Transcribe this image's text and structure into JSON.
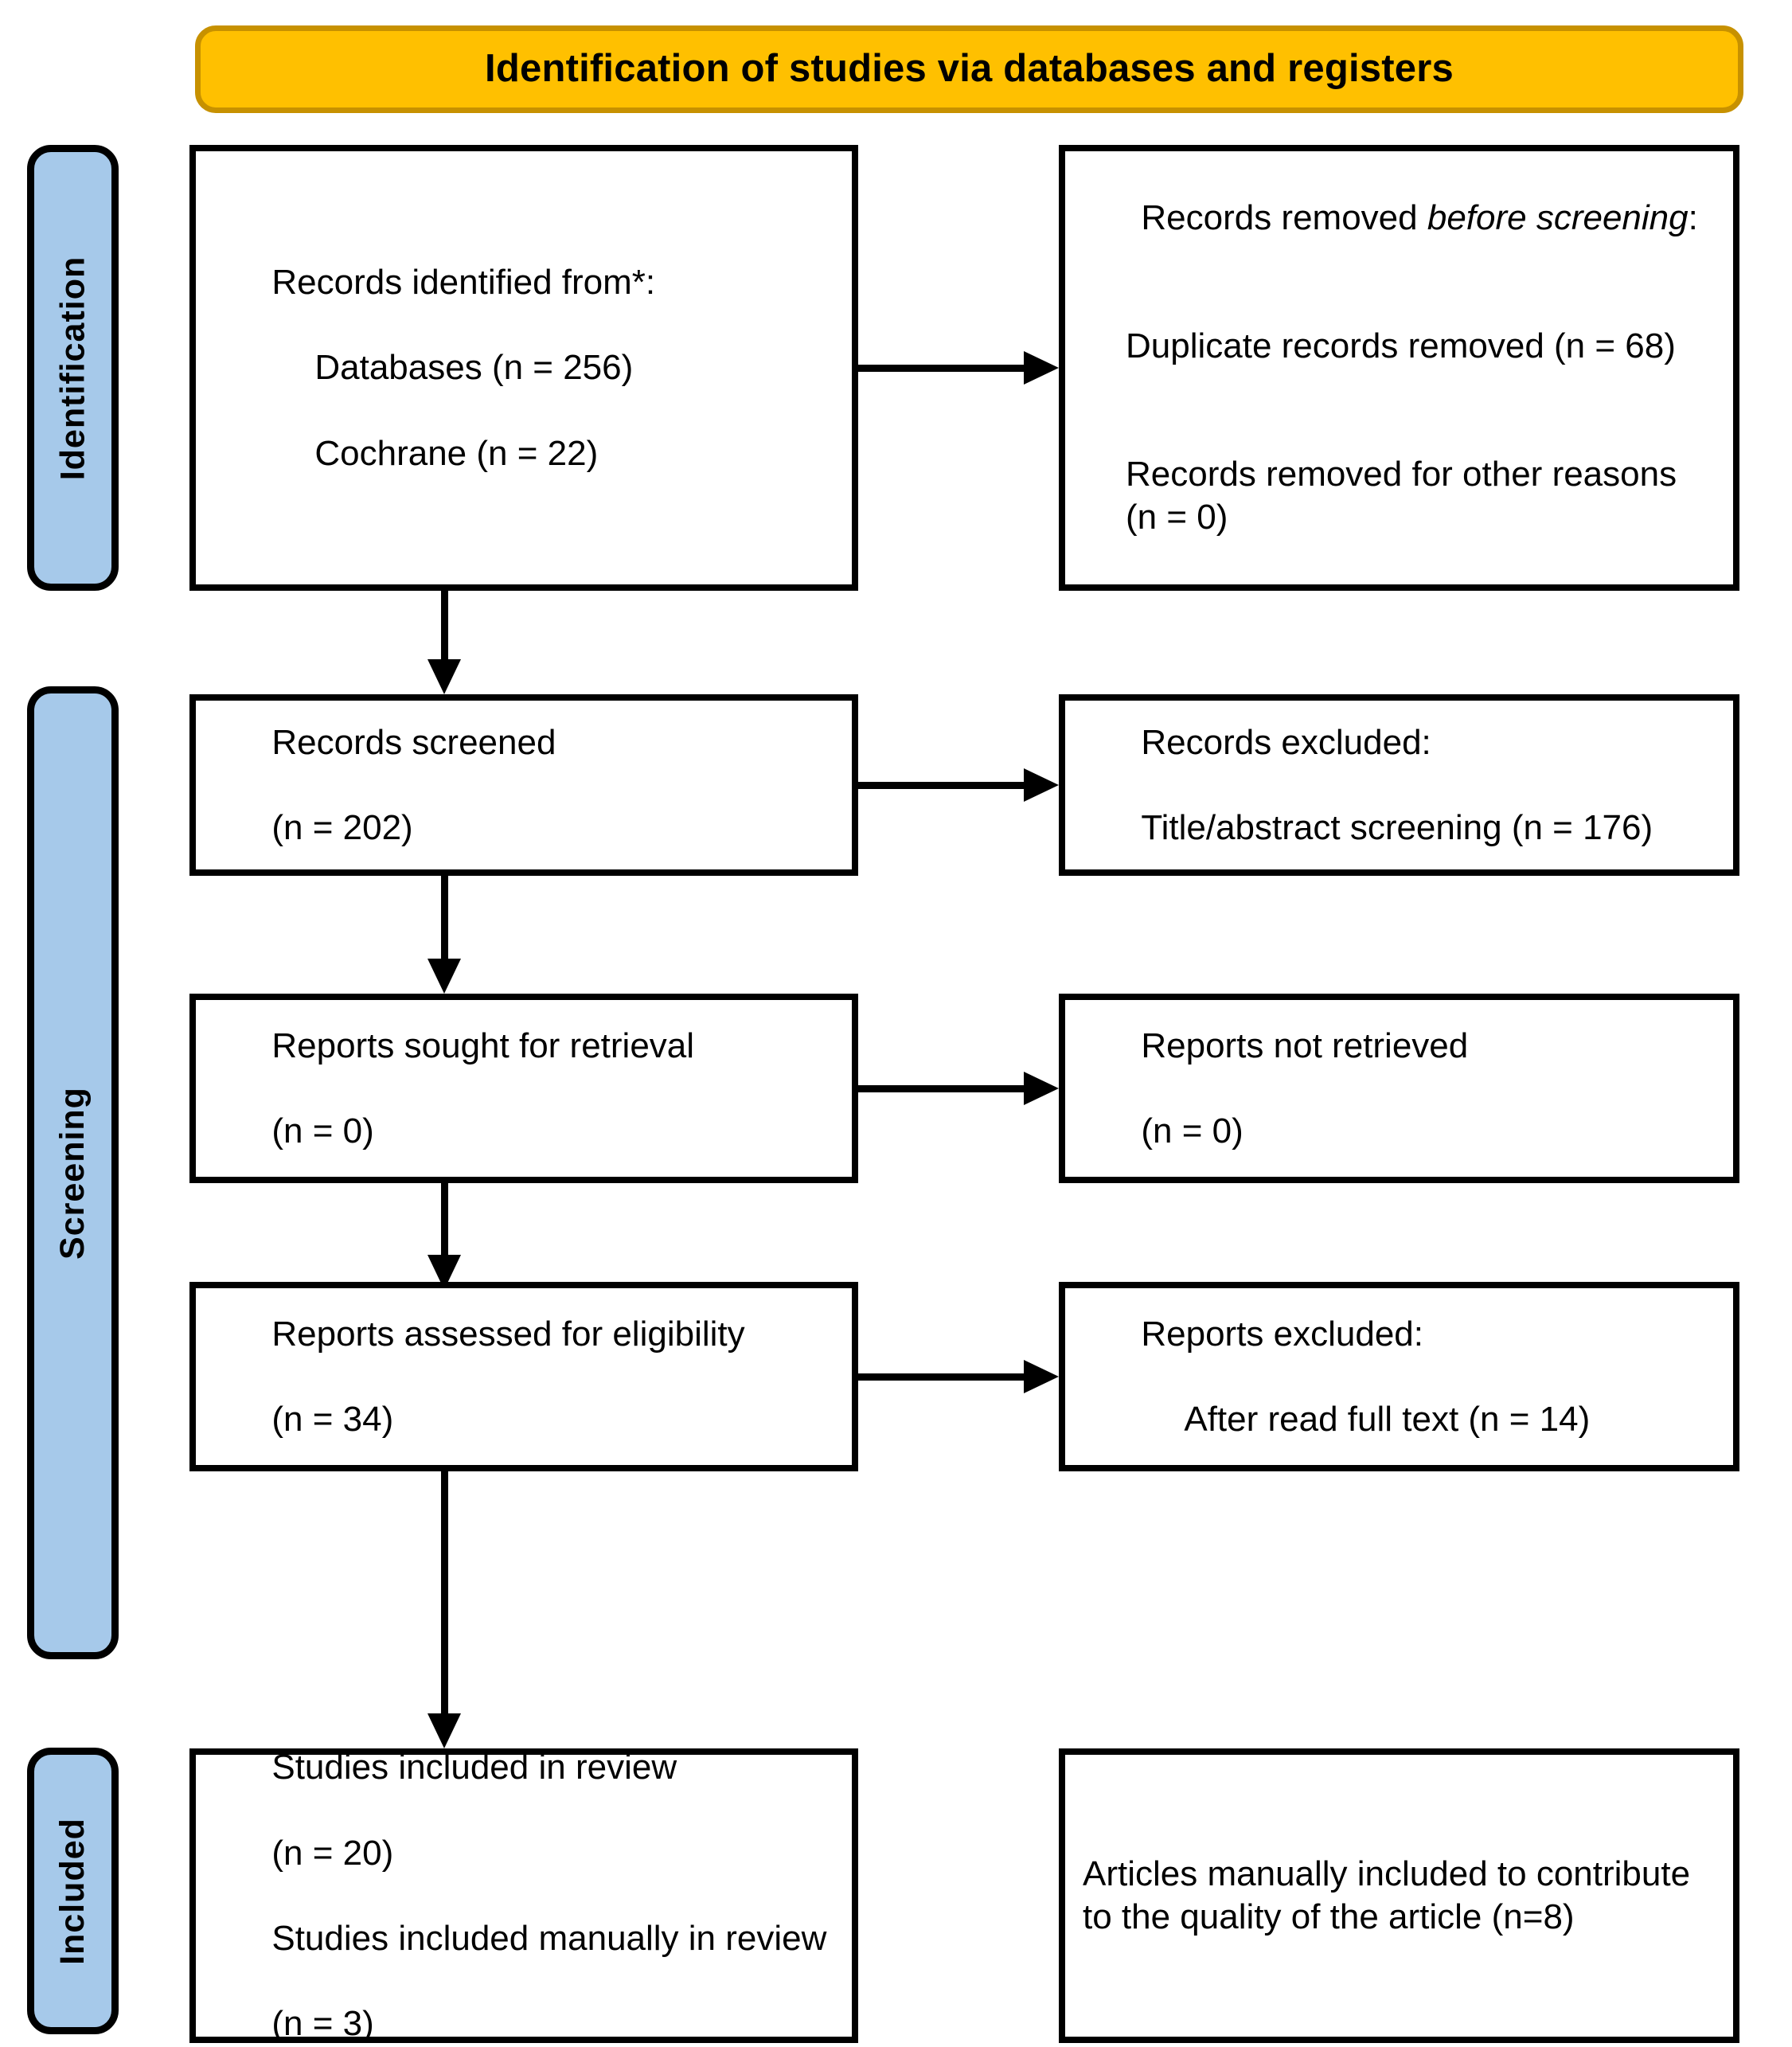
{
  "diagram": {
    "type": "prisma-flow-diagram",
    "header": {
      "title": "Identification of studies via databases and registers",
      "fill_color": "#FFC000",
      "border_color": "#C79100"
    },
    "stages": [
      {
        "id": "identification",
        "label": "Identification",
        "fill_color": "#A6C9EA"
      },
      {
        "id": "screening",
        "label": "Screening",
        "fill_color": "#A6C9EA"
      },
      {
        "id": "included",
        "label": "Included",
        "fill_color": "#A6C9EA"
      }
    ],
    "boxes": {
      "identified": {
        "lines": [
          {
            "text": "Records identified from*:",
            "indent": false,
            "italic": false
          },
          {
            "text": "Databases (n = 256)",
            "indent": true,
            "italic": false
          },
          {
            "text": "Cochrane (n = 22)",
            "indent": true,
            "italic": false
          }
        ]
      },
      "removed_before_screening": {
        "lines": [
          {
            "text": "Records removed ",
            "indent": false,
            "italic": false
          },
          {
            "text": "before screening",
            "indent": false,
            "italic": true
          },
          {
            "text": ":",
            "indent": false,
            "italic": false
          },
          {
            "text": "Duplicate records removed (n = 68)",
            "indent": true,
            "italic": false
          },
          {
            "text": "Records removed for other reasons (n = 0)",
            "indent": true,
            "italic": false
          }
        ]
      },
      "records_screened": {
        "lines": [
          {
            "text": "Records screened",
            "indent": false,
            "italic": false
          },
          {
            "text": "(n = 202)",
            "indent": false,
            "italic": false
          }
        ]
      },
      "records_excluded": {
        "lines": [
          {
            "text": "Records excluded:",
            "indent": false,
            "italic": false
          },
          {
            "text": "Title/abstract screening (n = 176)",
            "indent": false,
            "italic": false
          }
        ]
      },
      "reports_sought": {
        "lines": [
          {
            "text": "Reports sought for retrieval",
            "indent": false,
            "italic": false
          },
          {
            "text": "(n = 0)",
            "indent": false,
            "italic": false
          }
        ]
      },
      "reports_not_retrieved": {
        "lines": [
          {
            "text": "Reports not retrieved",
            "indent": false,
            "italic": false
          },
          {
            "text": "(n = 0)",
            "indent": false,
            "italic": false
          }
        ]
      },
      "reports_assessed": {
        "lines": [
          {
            "text": "Reports assessed for eligibility",
            "indent": false,
            "italic": false
          },
          {
            "text": "(n = 34)",
            "indent": false,
            "italic": false
          }
        ]
      },
      "reports_excluded": {
        "lines": [
          {
            "text": "Reports excluded:",
            "indent": false,
            "italic": false
          },
          {
            "text": "After read full text (n = 14)",
            "indent": true,
            "italic": false
          }
        ]
      },
      "studies_included": {
        "lines": [
          {
            "text": "Studies included in review",
            "indent": false,
            "italic": false
          },
          {
            "text": "(n = 20)",
            "indent": false,
            "italic": false
          },
          {
            "text": "Studies included manually in review",
            "indent": false,
            "italic": false
          },
          {
            "text": "(n = 3)",
            "indent": false,
            "italic": false
          }
        ]
      },
      "articles_manual": {
        "lines": [
          {
            "text": "Articles manually included to contribute to the quality of the article (n=8)",
            "indent": false,
            "italic": false
          }
        ]
      }
    },
    "counts": {
      "databases": 256,
      "cochrane": 22,
      "duplicates_removed": 68,
      "removed_other_reasons": 0,
      "records_screened": 202,
      "records_excluded_title_abstract": 176,
      "reports_sought": 0,
      "reports_not_retrieved": 0,
      "reports_assessed": 34,
      "reports_excluded_full_text": 14,
      "studies_included": 20,
      "studies_included_manually": 3,
      "articles_manually_included": 8
    }
  }
}
